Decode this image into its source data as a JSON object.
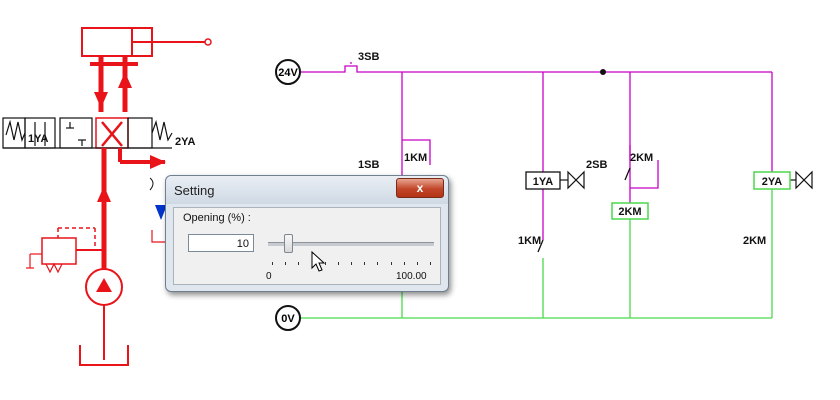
{
  "schematic": {
    "hydraulic": {
      "cylinder_label": "",
      "solenoid_left": "1YA",
      "solenoid_right": "2YA"
    },
    "electrical": {
      "supply_positive": "24V",
      "supply_negative": "0V",
      "switch_3sb": "3SB",
      "switch_1sb": "1SB",
      "contact_1km_top": "1KM",
      "coil_1ya": "1YA",
      "switch_2sb": "2SB",
      "contact_2km_top": "2KM",
      "coil_2km": "2KM",
      "contact_1km_bottom": "1KM",
      "coil_2ya": "2YA",
      "contact_2km_bottom": "2KM"
    },
    "colors": {
      "hydraulic_red": "#e8141a",
      "wire_magenta": "#c800c8",
      "wire_green": "#4cd94c",
      "arrow_blue": "#0033cc"
    }
  },
  "dialog": {
    "title": "Setting",
    "close_symbol": "x",
    "field_label": "Opening (%) :",
    "value": "10",
    "slider_min": "0",
    "slider_max": "100.00",
    "slider_value_fraction": 0.1
  }
}
